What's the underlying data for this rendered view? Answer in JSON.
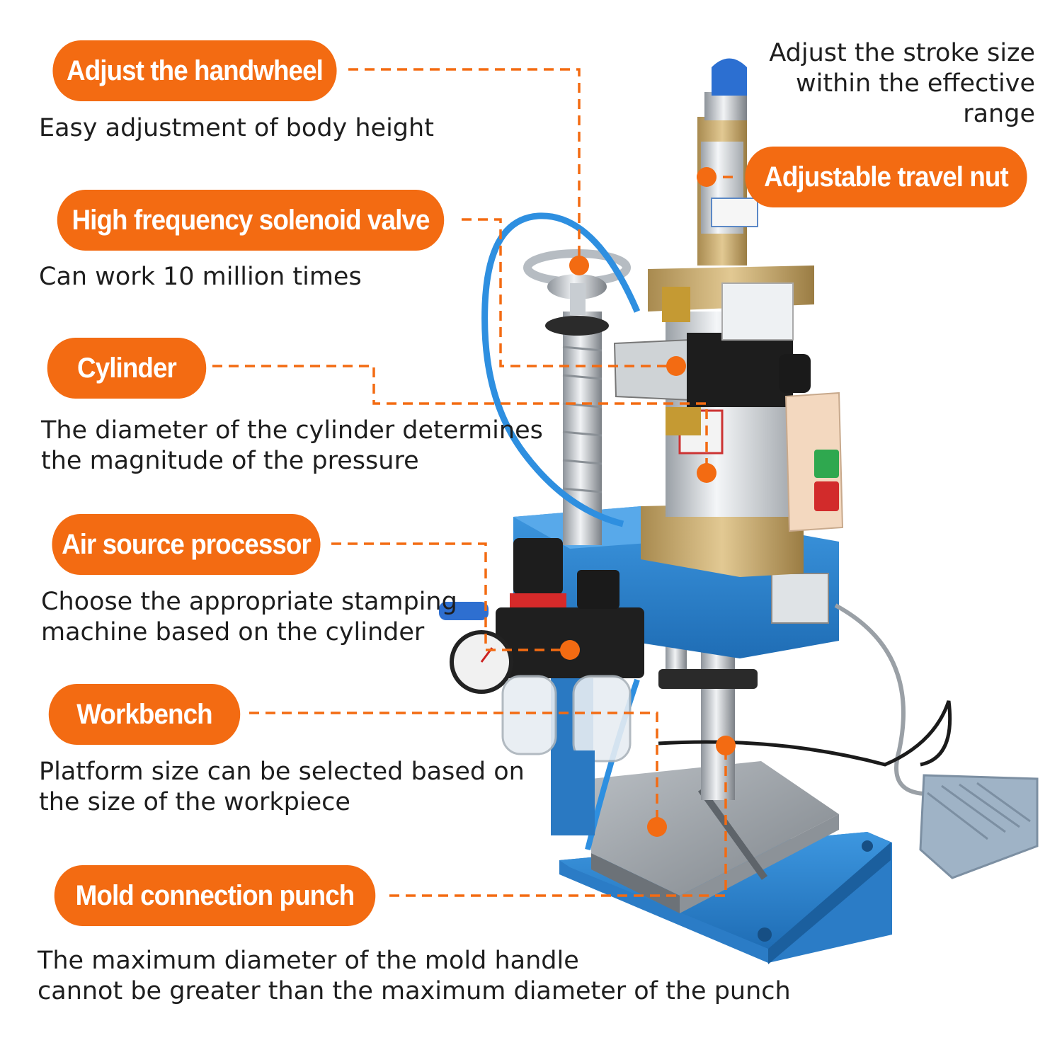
{
  "callouts": {
    "handwheel": {
      "title": "Adjust the handwheel",
      "desc": [
        "Easy adjustment of body height"
      ]
    },
    "solenoid": {
      "title": "High frequency solenoid valve",
      "desc": [
        "Can work 10 million times"
      ]
    },
    "cylinder": {
      "title": "Cylinder",
      "desc": [
        "The diameter of the cylinder determines",
        "the magnitude of the pressure"
      ]
    },
    "air_source": {
      "title": "Air source processor",
      "desc": [
        "Choose the appropriate stamping",
        "machine based on the cylinder"
      ]
    },
    "workbench": {
      "title": "Workbench",
      "desc": [
        "Platform size can be selected based on",
        "the size of the workpiece"
      ]
    },
    "mold_punch": {
      "title": "Mold connection punch",
      "desc": [
        "The maximum diameter of the mold handle",
        "cannot be greater than the maximum diameter of the punch"
      ]
    },
    "travel_nut": {
      "title": "Adjustable travel nut",
      "desc": [
        "Adjust the stroke size",
        "within the effective",
        "range"
      ]
    }
  },
  "colors": {
    "accent": "#f36b12",
    "machine_blue": "#2f86d0",
    "brass": "#c9a866",
    "text": "#1e1e1e"
  }
}
